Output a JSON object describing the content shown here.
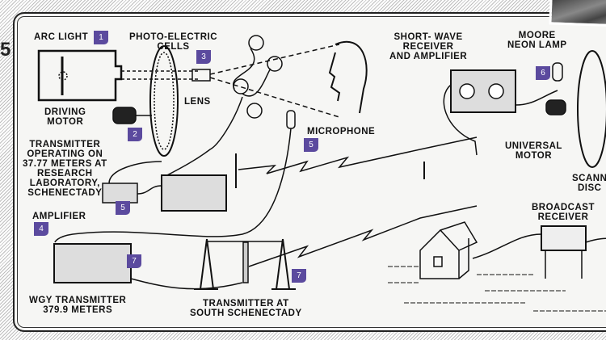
{
  "diagram": {
    "title_glyph": "5",
    "labels": {
      "arc_light": "ARC LIGHT",
      "photo_cells": "PHOTO-ELECTRIC\nCELLS",
      "lens": "LENS",
      "driving_motor": "DRIVING\nMOTOR",
      "transmitter_research": "TRANSMITTER\nOPERATING ON\n37.77 METERS AT\nRESEARCH\nLABORATORY,\nSCHENECTADY",
      "amplifier": "AMPLIFIER",
      "microphone": "MICROPHONE",
      "wgy": "WGY TRANSMITTER\n379.9 METERS",
      "south_schenectady": "TRANSMITTER AT\nSOUTH SCHENECTADY",
      "short_wave": "SHORT- WAVE\nRECEIVER\nAND AMPLIFIER",
      "neon_lamp": "MOORE\nNEON LAMP",
      "universal_motor": "UNIVERSAL\nMOTOR",
      "scanning_disc": "SCANN\nDISC",
      "broadcast_receiver": "BROADCAST\nRECEIVER"
    },
    "badges": {
      "arc_light": "1",
      "driving_motor": "2",
      "lens": "3",
      "amplifier_left": "4",
      "amplifier": "5",
      "microphone": "5",
      "neon_lamp": "6",
      "wgy": "7",
      "south_towers": "7"
    },
    "colors": {
      "badge": "#5b4a9e",
      "ink": "#111111",
      "paper": "#f6f6f4"
    }
  }
}
